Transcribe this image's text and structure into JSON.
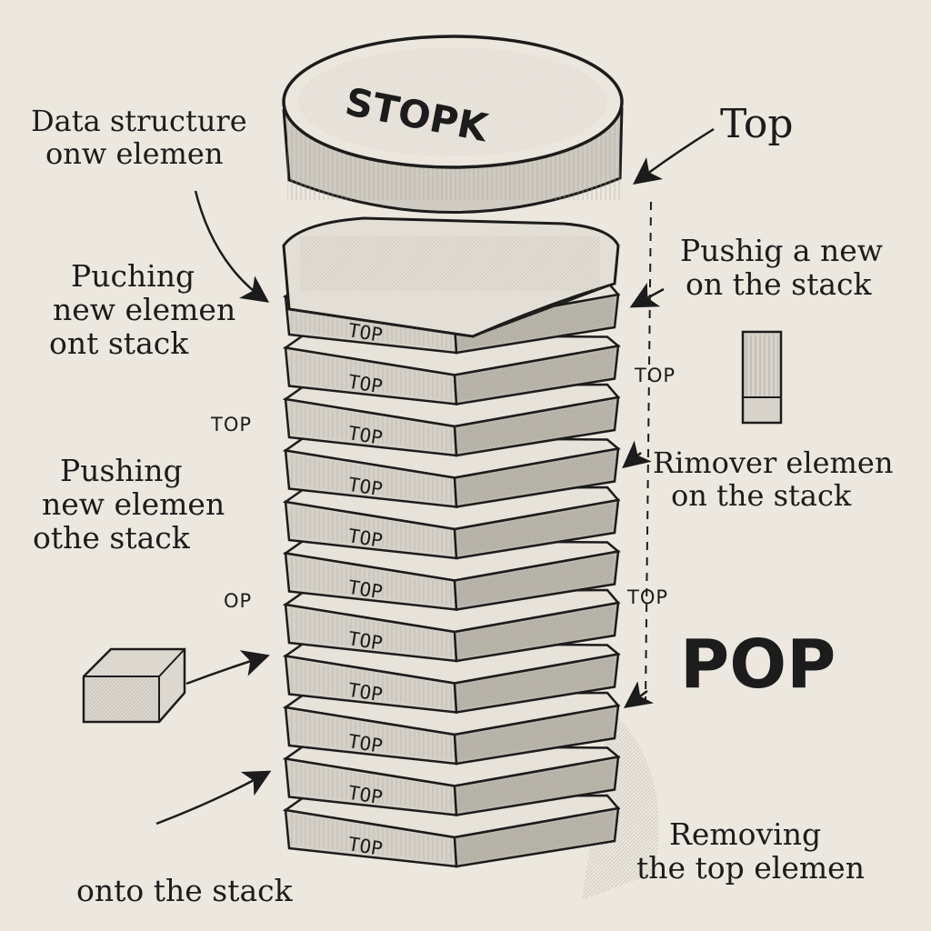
{
  "colors": {
    "paper": "#ece8df",
    "ink": "#1c1c1c",
    "slab_front": "#d5d1c8",
    "slab_top": "#e7e3da",
    "slab_side": "#bcb8ae"
  },
  "top_disk": {
    "label": "STOPK"
  },
  "slab_label": "TOP",
  "slab_count": 11,
  "labels": {
    "data_structure": [
      "Data structure",
      "onw elemen"
    ],
    "top_right": "Top",
    "puching": [
      "Puching",
      "new elemen",
      "ont stack"
    ],
    "pushig": [
      "Pushig a new",
      "on the stack"
    ],
    "top_small_right_1": "TOP",
    "top_small_left": "TOP",
    "pushing": [
      "Pushing",
      "new elemen",
      "othe stack"
    ],
    "rimover": [
      "Rimover elemen",
      "on the stack"
    ],
    "op_small": "OP",
    "top_small_right_2": "TOP",
    "pop": "POP",
    "onto": "onto the stack",
    "removing": [
      "Removing",
      "the top elemen"
    ]
  }
}
